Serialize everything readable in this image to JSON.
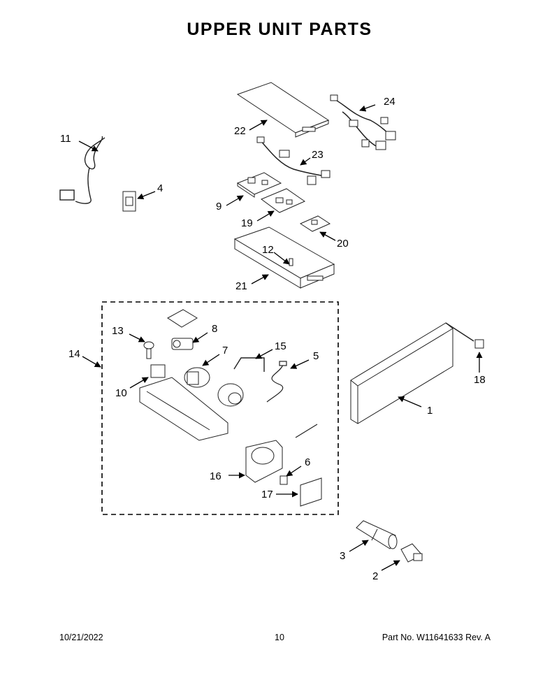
{
  "page": {
    "title": "UPPER UNIT PARTS",
    "footer_date": "10/21/2022",
    "footer_page": "10",
    "footer_part": "Part No.  W11641633  Rev.  A"
  },
  "callouts": [
    {
      "id": "c1",
      "label": "1"
    },
    {
      "id": "c2",
      "label": "2"
    },
    {
      "id": "c3",
      "label": "3"
    },
    {
      "id": "c4",
      "label": "4"
    },
    {
      "id": "c5",
      "label": "5"
    },
    {
      "id": "c6",
      "label": "6"
    },
    {
      "id": "c7",
      "label": "7"
    },
    {
      "id": "c8",
      "label": "8"
    },
    {
      "id": "c9",
      "label": "9"
    },
    {
      "id": "c10",
      "label": "10"
    },
    {
      "id": "c11",
      "label": "11"
    },
    {
      "id": "c12",
      "label": "12"
    },
    {
      "id": "c13",
      "label": "13"
    },
    {
      "id": "c14",
      "label": "14"
    },
    {
      "id": "c15",
      "label": "15"
    },
    {
      "id": "c16",
      "label": "16"
    },
    {
      "id": "c17",
      "label": "17"
    },
    {
      "id": "c18",
      "label": "18"
    },
    {
      "id": "c19",
      "label": "19"
    },
    {
      "id": "c20",
      "label": "20"
    },
    {
      "id": "c21",
      "label": "21"
    },
    {
      "id": "c22",
      "label": "22"
    },
    {
      "id": "c23",
      "label": "23"
    },
    {
      "id": "c24",
      "label": "24"
    }
  ]
}
